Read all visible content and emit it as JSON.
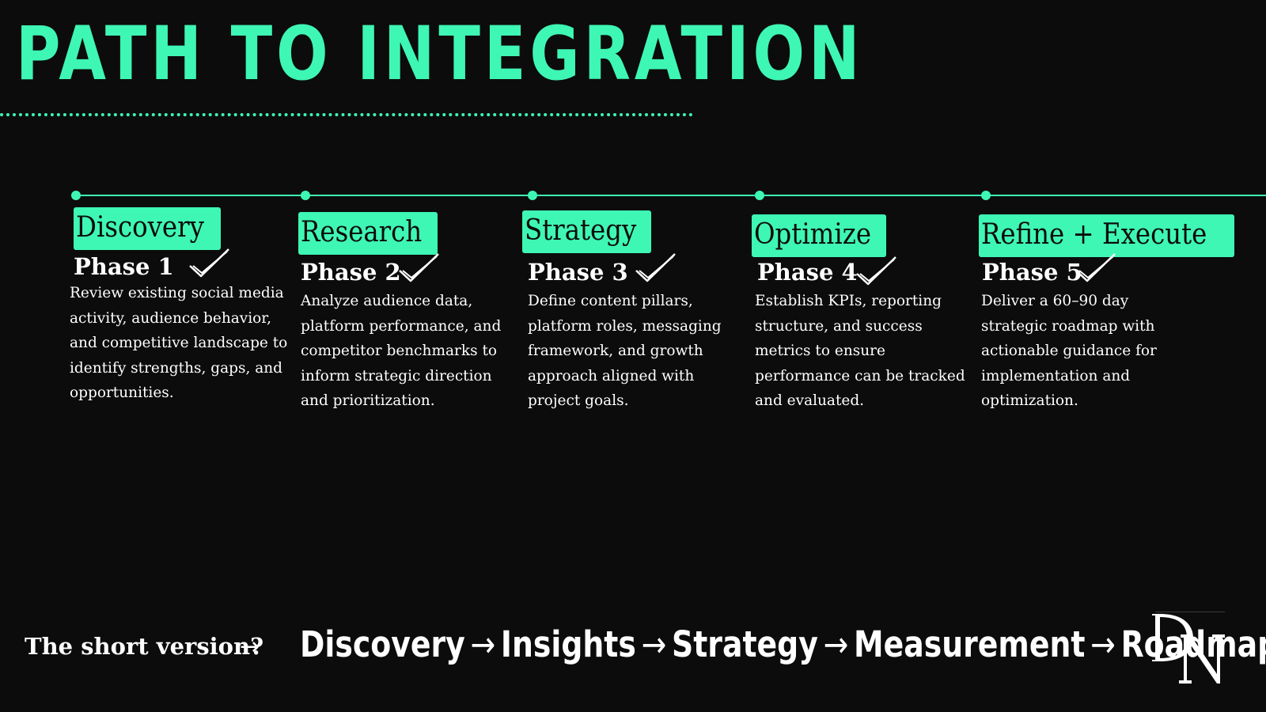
{
  "title": "PATH TO INTEGRATION",
  "phases": [
    {
      "tag": "Discovery",
      "label": "Phase 1",
      "description": "Review existing social media activity, audience behavior, and competitive landscape to identify strengths, gaps, and opportunities."
    },
    {
      "tag": "Research",
      "label": "Phase 2",
      "description": "Analyze audience data, platform performance, and competitor benchmarks to inform strategic direction and prioritization."
    },
    {
      "tag": "Strategy",
      "label": "Phase 3",
      "description": "Define content pillars, platform roles, messaging framework, and growth approach aligned with project goals."
    },
    {
      "tag": "Optimize",
      "label": "Phase 4",
      "description": "Establish KPIs, reporting structure, and success metrics to ensure performance can be tracked and evaluated."
    },
    {
      "tag": "Refine + Execute",
      "label": "Phase 5",
      "description": "Deliver a 60–90 day strategic roadmap with actionable guidance for implementation and optimization."
    }
  ],
  "summary": {
    "question": "The short version?",
    "arrow": "→",
    "steps": [
      "Discovery",
      "Insights",
      "Strategy",
      "Measurement",
      "Roadmap"
    ],
    "separator": "→"
  },
  "logo": {
    "letters": "DN",
    "icon": "dn-monogram-logo"
  },
  "icons": {
    "check": "checkmark-icon"
  },
  "colors": {
    "background": "#0c0c0c",
    "accent": "#3ef7b5",
    "text": "#ffffff"
  }
}
